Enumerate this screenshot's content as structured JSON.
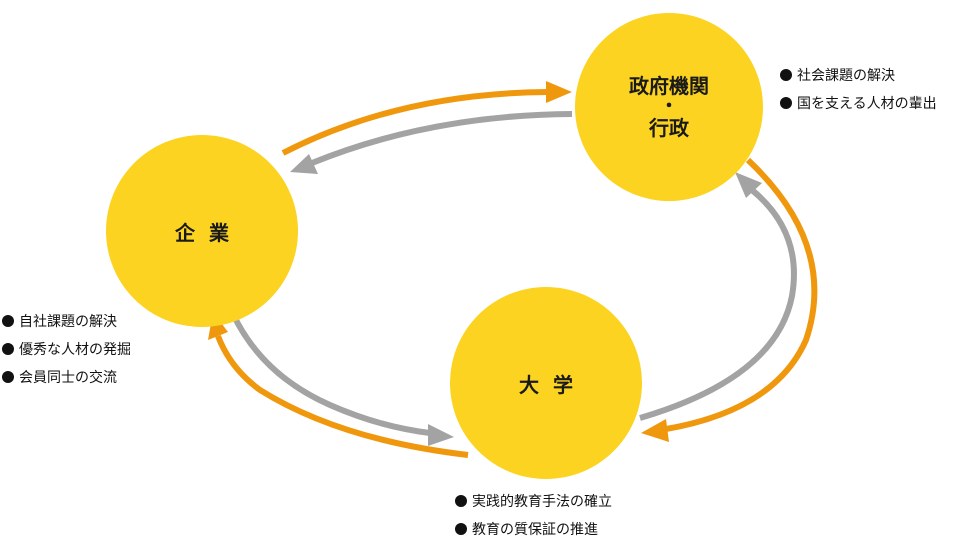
{
  "colors": {
    "node_fill": "#FBD320",
    "arrow_orange": "#F0980D",
    "arrow_gray": "#A3A3A3",
    "text": "#111111"
  },
  "nodes": {
    "company": {
      "label": "企業"
    },
    "gov": {
      "line1": "政府機関",
      "dot": "・",
      "line2": "行政"
    },
    "univ": {
      "label": "大学"
    }
  },
  "lists": {
    "company": [
      "自社課題の解決",
      "優秀な人材の発掘",
      "会員同士の交流"
    ],
    "gov": [
      "社会課題の解決",
      "国を支える人材の輩出"
    ],
    "univ": [
      "実践的教育手法の確立",
      "教育の質保証の推進"
    ]
  },
  "arrows": [
    {
      "from": "company",
      "to": "gov",
      "color": "orange"
    },
    {
      "from": "gov",
      "to": "company",
      "color": "gray"
    },
    {
      "from": "gov",
      "to": "univ",
      "color": "orange"
    },
    {
      "from": "univ",
      "to": "gov",
      "color": "gray"
    },
    {
      "from": "univ",
      "to": "company",
      "color": "orange"
    },
    {
      "from": "company",
      "to": "univ",
      "color": "gray"
    }
  ]
}
